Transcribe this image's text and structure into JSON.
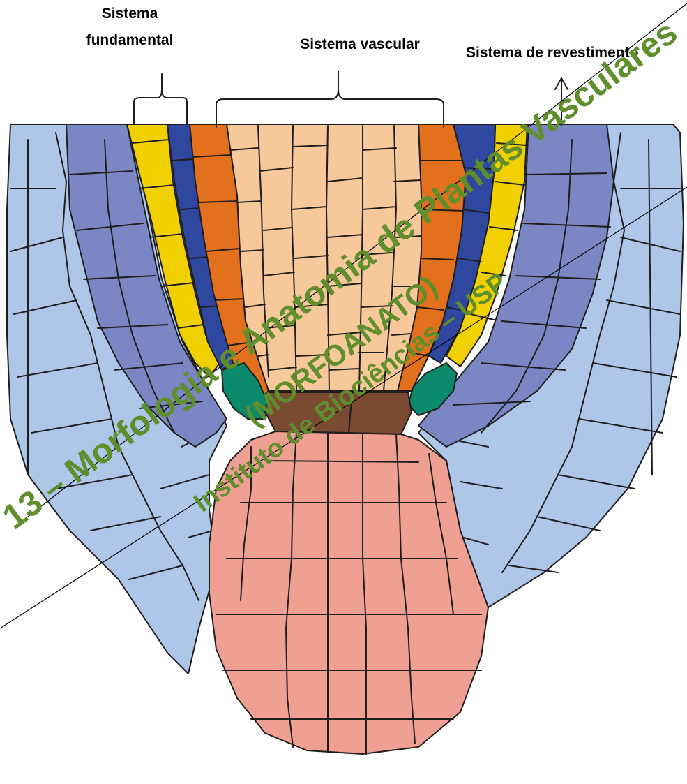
{
  "labels": {
    "fundamental_line1": "Sistema",
    "fundamental_line2": "fundamental",
    "vascular": "Sistema vascular",
    "revestimento": "Sistema de revestimento"
  },
  "watermark": {
    "line1": "13 – Morfologia e Anatomia de Plantas Vasculares",
    "line2": "(MORFOANATO)",
    "line3": "Instituto de Biociências – USP"
  },
  "colors": {
    "epidermis": "#aec6e8",
    "cortex": "#7b87c4",
    "endodermis": "#f0d000",
    "pericycle": "#3047a0",
    "procambium_outer": "#e2701c",
    "vascular_core": "#f7c89a",
    "initials": "#0a8a6a",
    "quiescent_center": "#7a4a32",
    "root_cap": "#efa092",
    "watermark": "#5f8f2c"
  }
}
